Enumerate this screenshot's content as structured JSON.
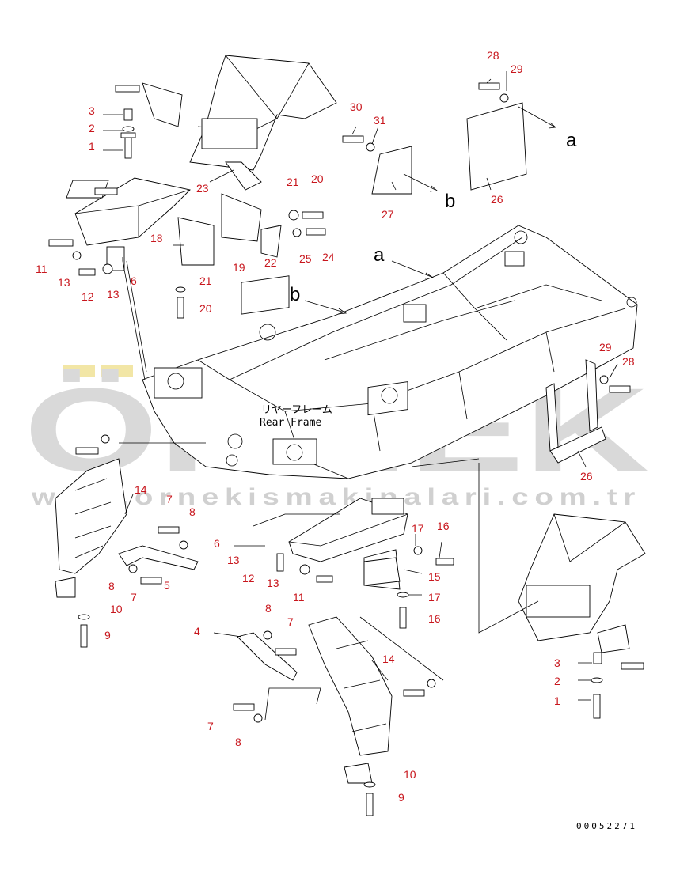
{
  "diagram": {
    "frame_label_jp": "リヤーフレーム",
    "frame_label_en": "Rear Frame",
    "drawing_code": "00052271",
    "watermark_brand": "ÖRNEK",
    "watermark_url": "www.ornekismakinalari.com.tr",
    "view_markers": [
      {
        "key": "a",
        "text": "a"
      },
      {
        "key": "b",
        "text": "b"
      },
      {
        "key": "a2",
        "text": "a"
      },
      {
        "key": "b2",
        "text": "b"
      }
    ],
    "callouts": [
      "28",
      "29",
      "30",
      "31",
      "3",
      "2",
      "1",
      "23",
      "21",
      "20",
      "18",
      "22",
      "25",
      "24",
      "19",
      "27",
      "26",
      "11",
      "13",
      "12",
      "13",
      "6",
      "21",
      "20",
      "29",
      "28",
      "26",
      "14",
      "7",
      "8",
      "6",
      "17",
      "16",
      "5",
      "13",
      "12",
      "15",
      "13",
      "11",
      "8",
      "7",
      "10",
      "17",
      "9",
      "16",
      "4",
      "8",
      "7",
      "14",
      "3",
      "7",
      "2",
      "8",
      "1",
      "10",
      "9"
    ]
  },
  "colors": {
    "callout": "#c8161d",
    "watermark": "#d9d9d9",
    "watermark_accent": "#f2e6a6"
  }
}
